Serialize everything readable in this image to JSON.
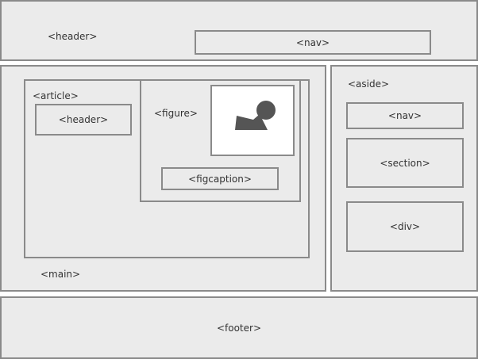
{
  "header": {
    "label": "<header>",
    "nav_label": "<nav>"
  },
  "main": {
    "label": "<main>",
    "article": {
      "label": "<article>",
      "header_label": "<header>",
      "figure": {
        "label": "<figure>",
        "image_icon": "image-icon",
        "figcaption_label": "<figcaption>"
      }
    }
  },
  "aside": {
    "label": "<aside>",
    "nav_label": "<nav>",
    "section_label": "<section>",
    "div_label": "<div>"
  },
  "footer": {
    "label": "<footer>"
  },
  "colors": {
    "border": "#8a8a8a",
    "fill": "#ebebeb",
    "image_bg": "#ffffff",
    "icon": "#555555"
  }
}
